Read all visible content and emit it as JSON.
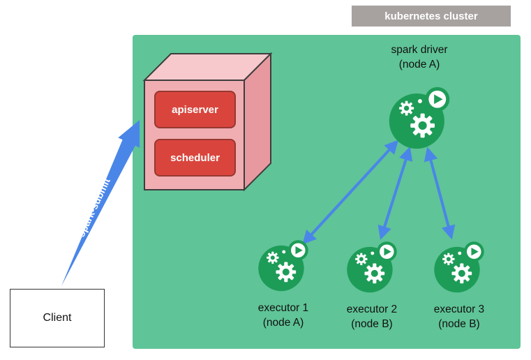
{
  "cluster": {
    "label": "kubernetes cluster"
  },
  "control_plane": {
    "apiserver_label": "apiserver",
    "scheduler_label": "scheduler"
  },
  "spark_driver": {
    "title": "spark driver",
    "node": "(node A)"
  },
  "executors": [
    {
      "title": "executor 1",
      "node": "(node A)"
    },
    {
      "title": "executor 2",
      "node": "(node B)"
    },
    {
      "title": "executor 3",
      "node": "(node B)"
    }
  ],
  "client": {
    "label": "Client"
  },
  "spark_submit": {
    "label": "spark-submit"
  },
  "icons": {
    "spark_pod_icon": "green circle with two white gears and a white play button",
    "arrow_icon": "blue double-headed arrow"
  },
  "colors": {
    "cluster_bg": "#5FC497",
    "cluster_label_bg": "#A7A2A0",
    "pod_green": "#1D9C57",
    "arrow_blue": "#4A86E8",
    "control_plane_red": "#D9453D",
    "control_plane_border": "#963832",
    "cube_front_pink": "#F0AEB2",
    "cube_top_pink": "#F7C9CC",
    "cube_side_pink": "#E8999F"
  }
}
